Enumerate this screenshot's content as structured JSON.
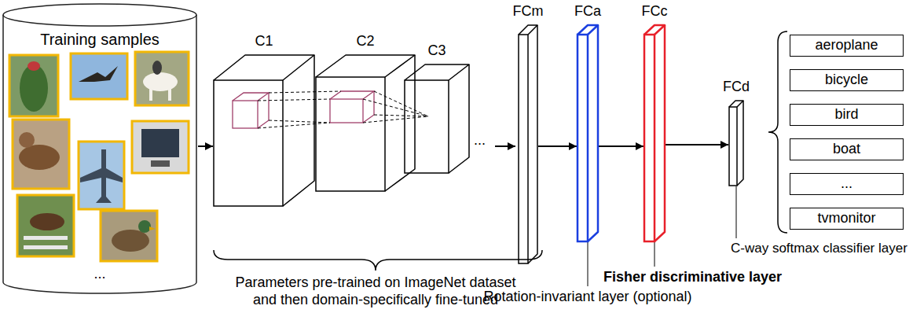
{
  "diagram": {
    "nodes": [
      {
        "text": [
          "Training samples",
          "..."
        ]
      },
      {
        "text": [
          "C1"
        ]
      },
      {
        "text": [
          "C2"
        ]
      },
      {
        "text": [
          "C3"
        ]
      },
      {
        "text": [
          "FCm"
        ]
      },
      {
        "text": [
          "FCa"
        ]
      },
      {
        "text": [
          "FCc"
        ]
      },
      {
        "text": [
          "FCd"
        ]
      },
      {
        "text": [
          "aeroplane"
        ]
      },
      {
        "text": [
          "bicycle"
        ]
      },
      {
        "text": [
          "bird"
        ]
      },
      {
        "text": [
          "boat"
        ]
      },
      {
        "text": [
          "..."
        ]
      },
      {
        "text": [
          "tvmonitor"
        ]
      }
    ],
    "edges": [
      {
        "from": 0,
        "to": 1,
        "arrow": "to"
      },
      {
        "from": 4,
        "to": 5,
        "arrow": "to"
      },
      {
        "from": 5,
        "to": 6,
        "arrow": "to"
      },
      {
        "from": 6,
        "to": 7,
        "arrow": "to"
      }
    ],
    "labels": [
      "...",
      "Parameters pre-trained on ImageNet dataset and then domain-specifically fine-tuned",
      "Rotation-invariant layer (optional)",
      "Fisher discriminative layer",
      "C-way softmax classifier layer"
    ]
  }
}
